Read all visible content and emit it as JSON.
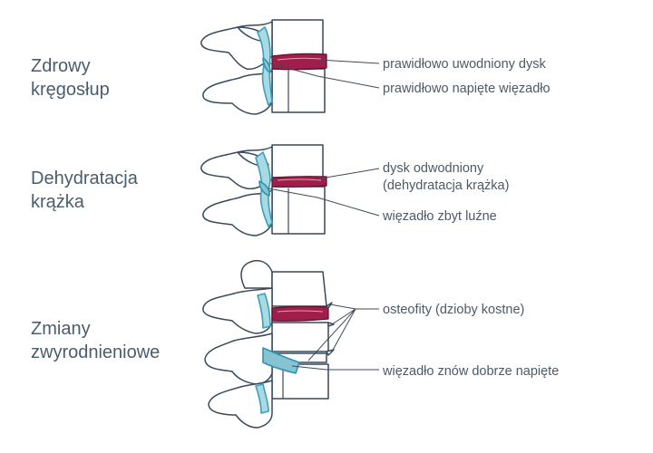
{
  "sections": [
    {
      "title_lines": [
        "Zdrowy",
        "kręgosłup"
      ],
      "annotations": [
        "prawidłowo uwodniony dysk",
        "prawidłowo napięte więzadło"
      ]
    },
    {
      "title_lines": [
        "Dehydratacja",
        "krążka"
      ],
      "annotations": [
        "dysk odwodniony",
        "(dehydratacja krążka)",
        "więzadło zbyt luźne"
      ]
    },
    {
      "title_lines": [
        "Zmiany",
        "zwyrodnieniowe"
      ],
      "annotations": [
        "osteofity (dzioby kostne)",
        "więzadło znów dobrze napięte"
      ]
    }
  ],
  "colors": {
    "outline": "#394a5a",
    "disc": "#a01f4a",
    "ligament": "#a9d9e3",
    "ligament_stroke": "#3aa0bd",
    "text": "#4b5d6b"
  }
}
